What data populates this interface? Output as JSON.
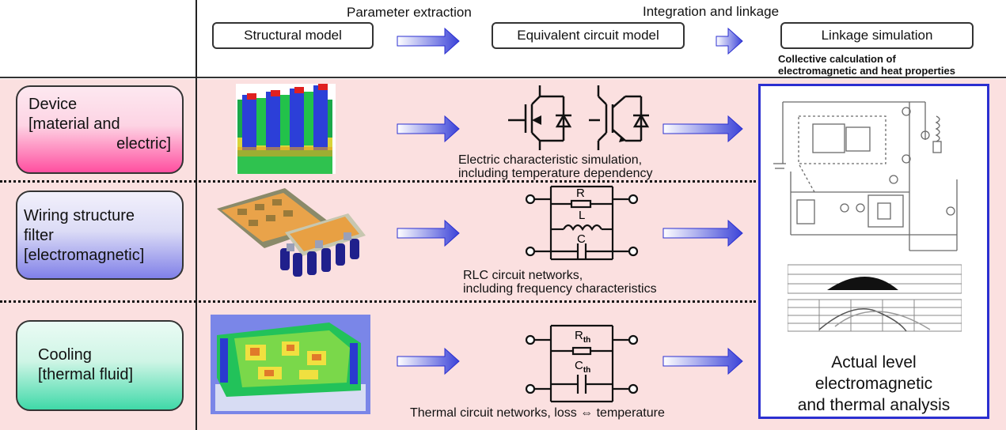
{
  "header": {
    "step_labels": [
      "Parameter extraction",
      "Integration and linkage"
    ],
    "boxes": [
      "Structural model",
      "Equivalent circuit model",
      "Linkage simulation"
    ],
    "note_lines": [
      "Collective calculation of",
      "electromagnetic and heat properties"
    ]
  },
  "rows": [
    {
      "category_lines": [
        "Device",
        "[material and",
        "electric]"
      ],
      "caption_lines": [
        "Electric characteristic simulation,",
        "including temperature dependency"
      ]
    },
    {
      "category_lines": [
        "Wiring structure",
        "filter",
        "[electromagnetic]"
      ],
      "caption_lines": [
        "RLC circuit networks,",
        "including frequency characteristics"
      ],
      "circuit_labels": [
        "R",
        "L",
        "C"
      ]
    },
    {
      "category_lines": [
        "Cooling",
        "[thermal fluid]"
      ],
      "caption_lines": [
        "Thermal circuit networks, loss ⇔ temperature"
      ],
      "circuit_labels": [
        "R",
        "th",
        "C",
        "th"
      ]
    }
  ],
  "result": {
    "title_lines": [
      "Actual level",
      "electromagnetic",
      "and thermal analysis"
    ]
  },
  "colors": {
    "band": "#fbe0e0",
    "arrow": "#3b43d8",
    "result_border": "#2b2fd0",
    "device_gradient_end": "#ff4fa0",
    "wiring_gradient_end": "#8080e8",
    "cooling_gradient_end": "#3fd9a8"
  }
}
